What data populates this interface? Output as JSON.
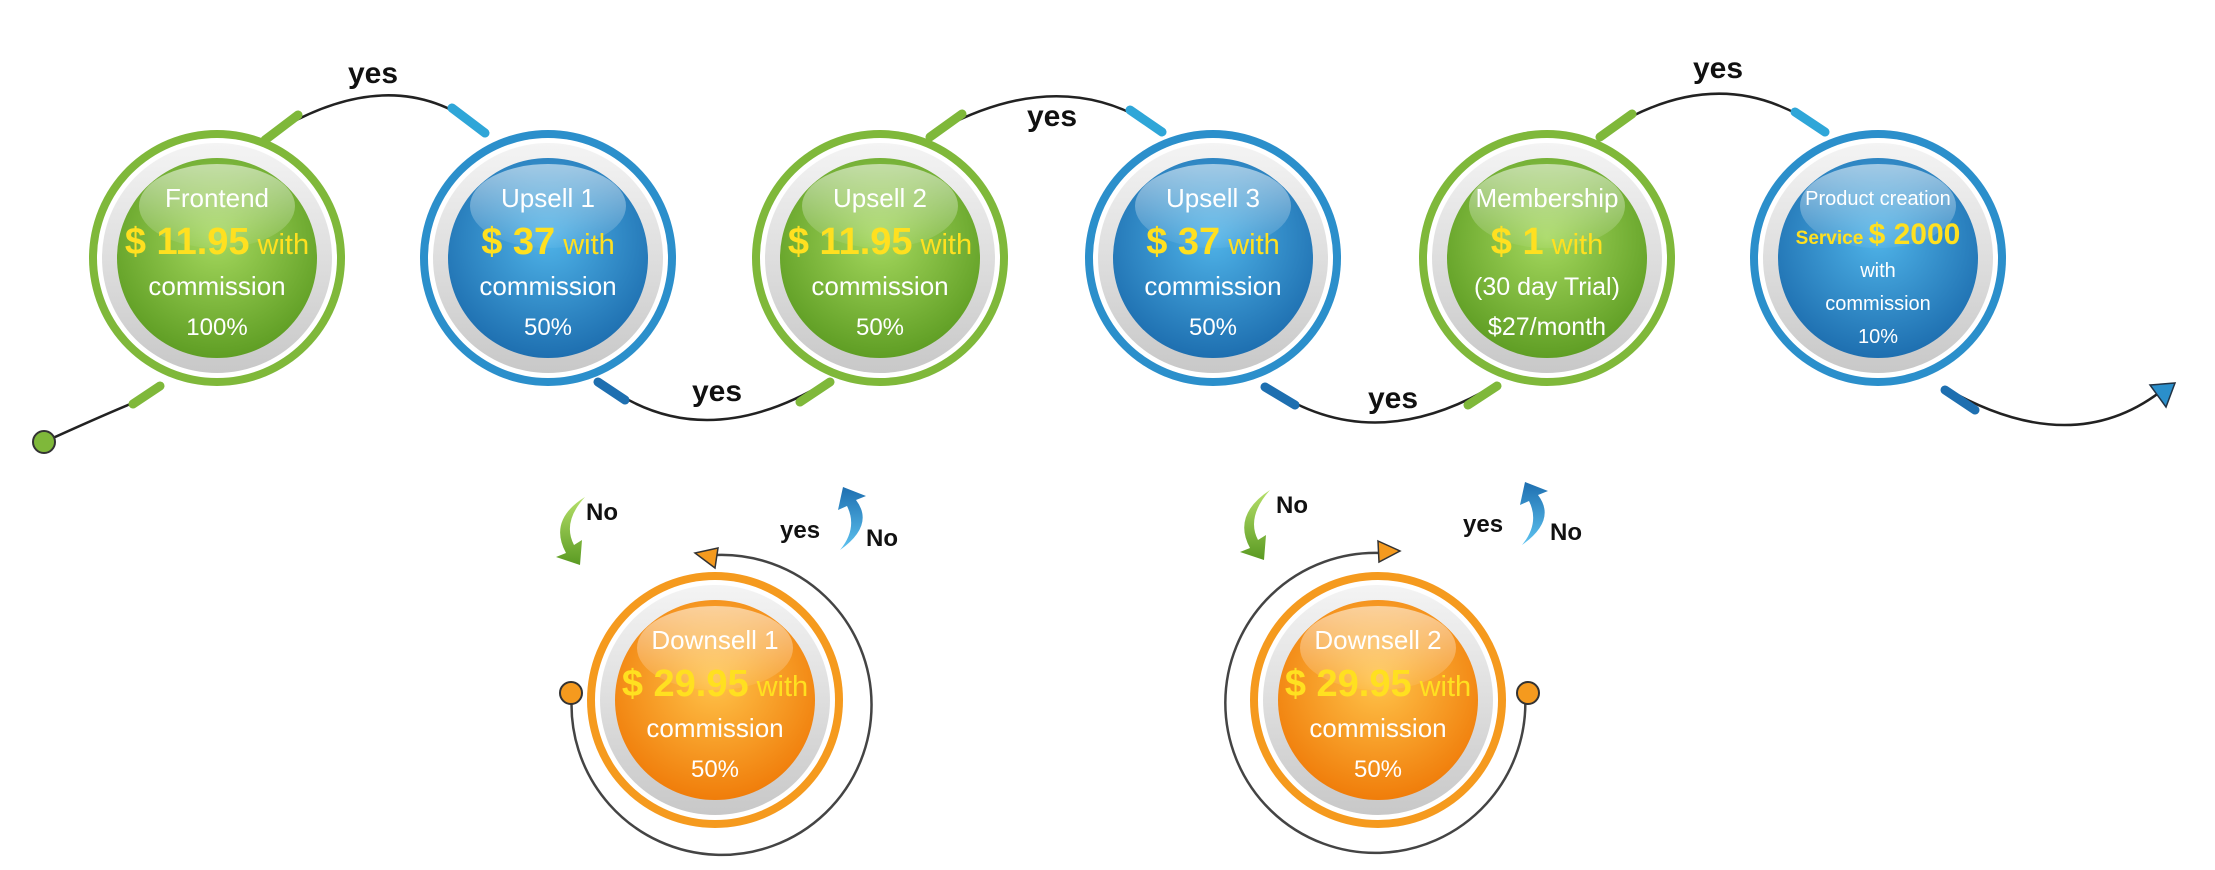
{
  "colors": {
    "green": "#7fb83a",
    "blue": "#2b8fcb",
    "orange": "#f59a1e",
    "ring": "#dcdcdc",
    "price": "#ffe020",
    "connector": "#222222"
  },
  "nodes": [
    {
      "id": "frontend",
      "theme": "green",
      "title": "Frontend",
      "price": "$ 11.95",
      "with": "with",
      "lines": [
        "commission",
        "100%"
      ]
    },
    {
      "id": "upsell1",
      "theme": "blue",
      "title": "Upsell 1",
      "price": "$ 37",
      "with": "with",
      "lines": [
        "commission",
        "50%"
      ]
    },
    {
      "id": "upsell2",
      "theme": "green",
      "title": "Upsell 2",
      "price": "$ 11.95",
      "with": "with",
      "lines": [
        "commission",
        "50%"
      ]
    },
    {
      "id": "upsell3",
      "theme": "blue",
      "title": "Upsell 3",
      "price": "$ 37",
      "with": "with",
      "lines": [
        "commission",
        "50%"
      ]
    },
    {
      "id": "membership",
      "theme": "green",
      "title": "Membership",
      "price": "$ 1",
      "with": "with",
      "lines": [
        "(30 day Trial)",
        "$27/month"
      ]
    },
    {
      "id": "product",
      "theme": "blue",
      "title": "Product creation",
      "prefix": "Service",
      "price": "$ 2000",
      "with": "with",
      "lines": [
        "commission",
        "10%"
      ]
    },
    {
      "id": "downsell1",
      "theme": "orange",
      "title": "Downsell 1",
      "price": "$ 29.95",
      "with": "with",
      "lines": [
        "commission",
        "50%"
      ]
    },
    {
      "id": "downsell2",
      "theme": "orange",
      "title": "Downsell 2",
      "price": "$ 29.95",
      "with": "with",
      "lines": [
        "commission",
        "50%"
      ]
    }
  ],
  "edges": [
    {
      "from": "frontend",
      "to": "upsell1",
      "label": "yes"
    },
    {
      "from": "upsell1",
      "to": "upsell2",
      "label": "yes"
    },
    {
      "from": "upsell2",
      "to": "upsell3",
      "label": "yes"
    },
    {
      "from": "upsell3",
      "to": "membership",
      "label": "yes"
    },
    {
      "from": "membership",
      "to": "product",
      "label": "yes"
    },
    {
      "from": "upsell1",
      "to": "downsell1",
      "label": "No"
    },
    {
      "from": "downsell1",
      "to": "upsell2",
      "label": "yes",
      "alt_label": "No"
    },
    {
      "from": "upsell3",
      "to": "downsell2",
      "label": "No"
    },
    {
      "from": "downsell2",
      "to": "membership",
      "label": "yes",
      "alt_label": "No"
    }
  ]
}
